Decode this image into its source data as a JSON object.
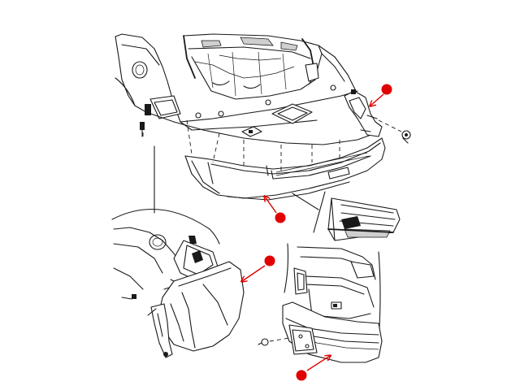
{
  "colors": {
    "line": "#1a1a1a",
    "marker": "#e00000",
    "background": "#ffffff"
  },
  "markers": [
    {
      "name": "marker-bumper-bracket"
    },
    {
      "name": "marker-bumper-fascia"
    },
    {
      "name": "marker-side-detail"
    },
    {
      "name": "marker-license-bracket"
    }
  ]
}
